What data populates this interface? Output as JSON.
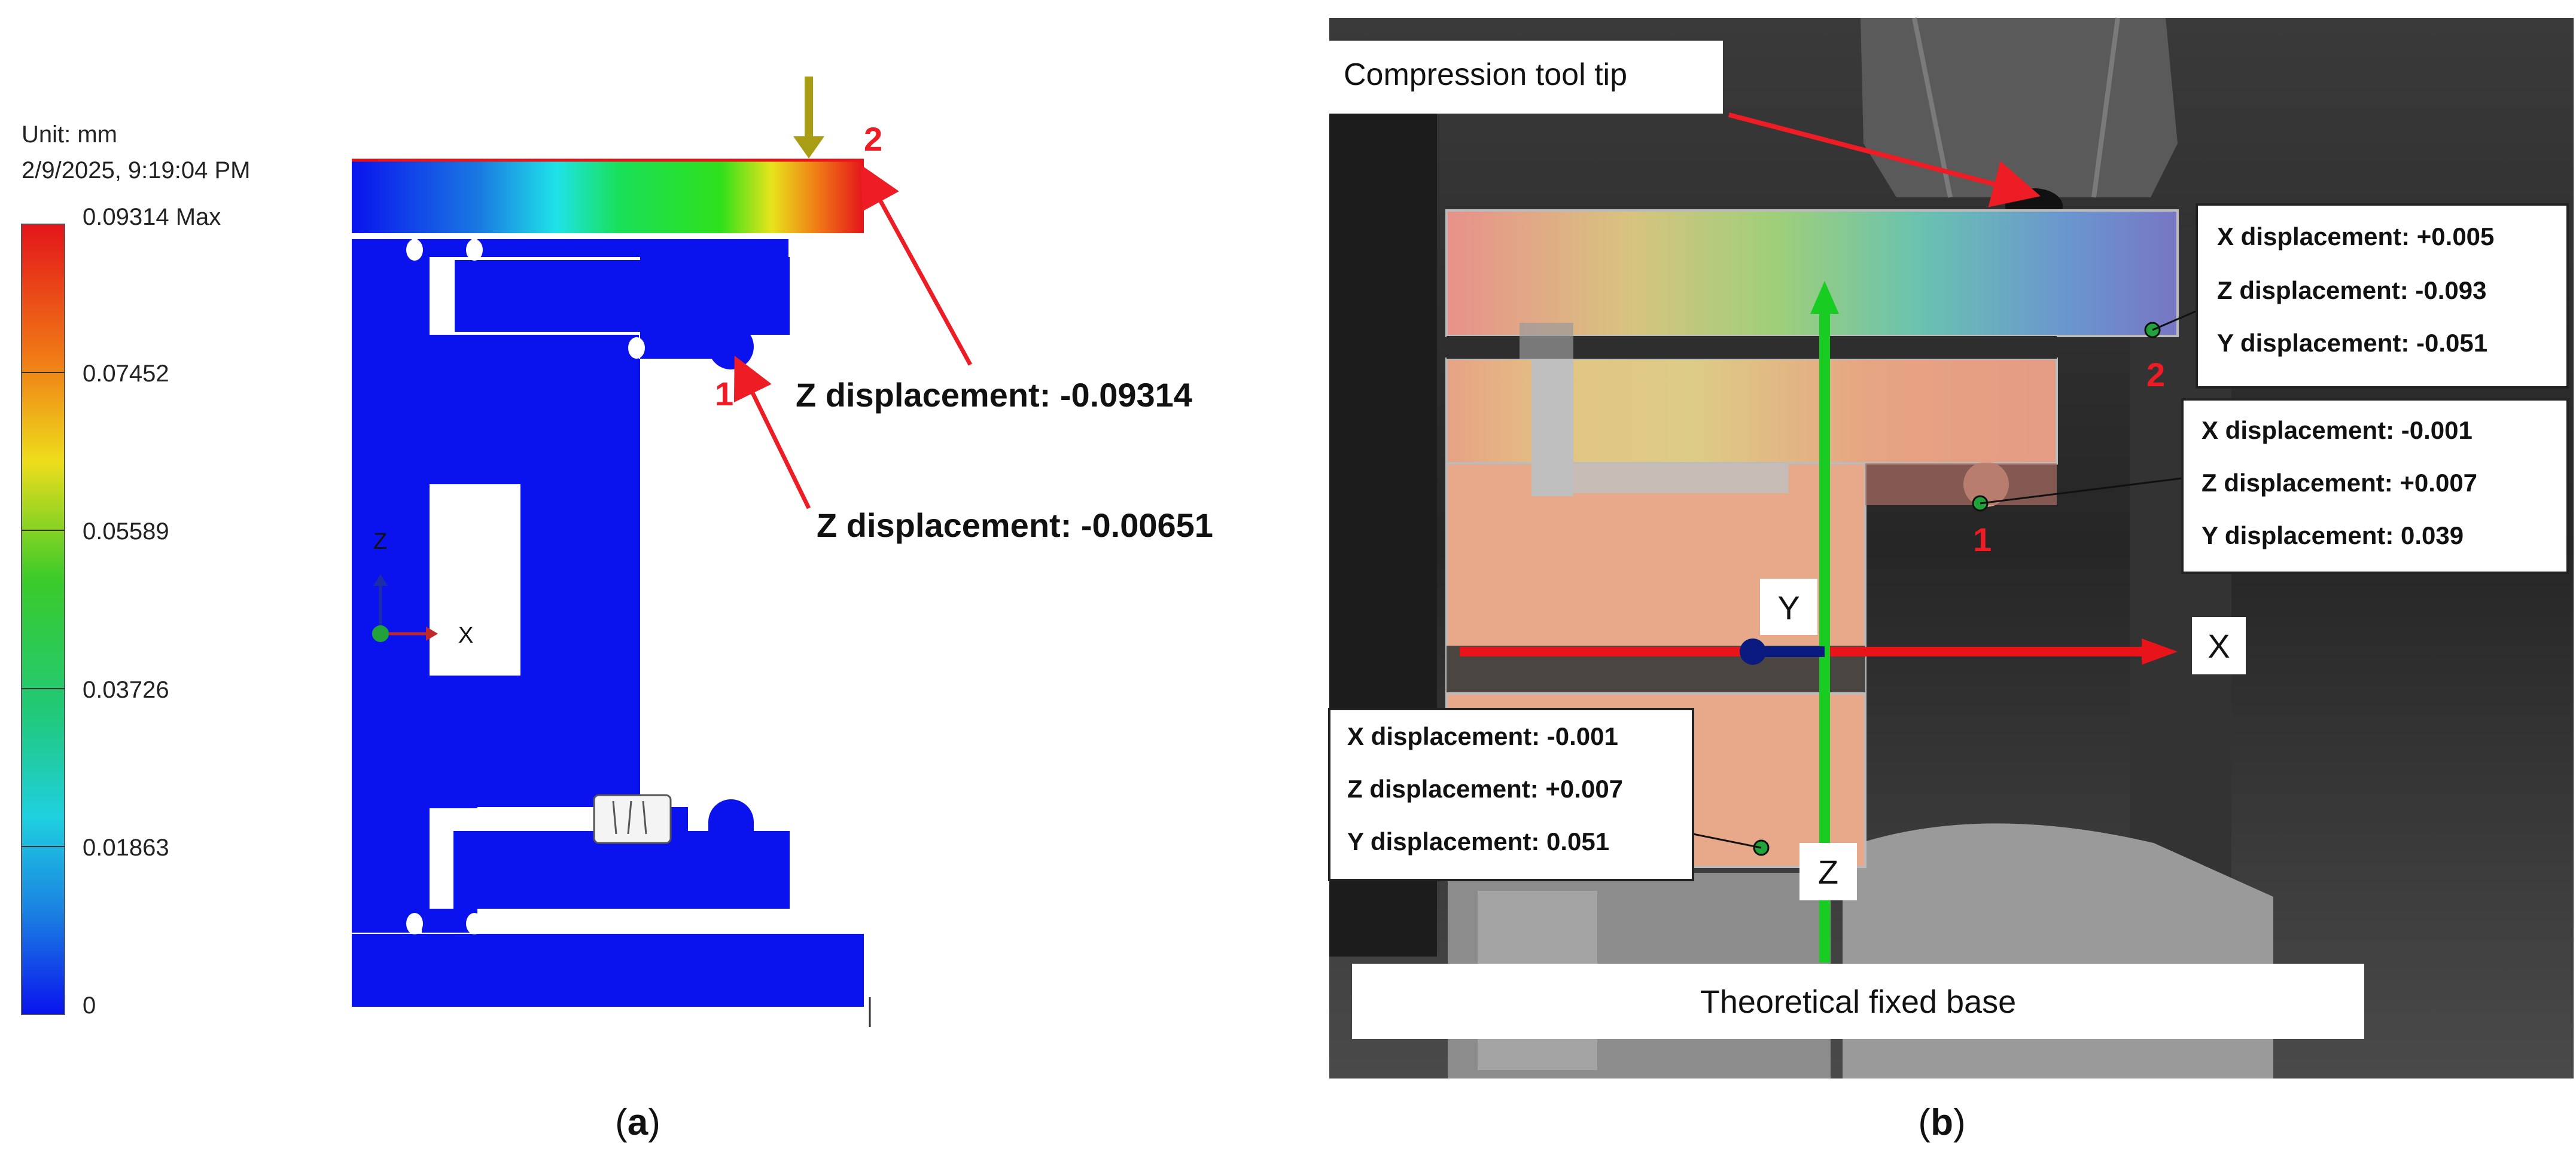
{
  "panel_a": {
    "unit_label": "Unit: mm",
    "timestamp": "2/9/2025, 9:19:04 PM",
    "legend_ticks": [
      "0.09314 Max",
      "0.07452",
      "0.05589",
      "0.03726",
      "0.01863",
      "0"
    ],
    "legend_colors": [
      "#e4141a",
      "#f07a16",
      "#eedd1c",
      "#3acb2a",
      "#1fd0e0",
      "#1a7ae2",
      "#0a13ee"
    ],
    "axis_z": "Z",
    "axis_x": "X",
    "point_1": "1",
    "point_2": "2",
    "annotation_top": "Z displacement: -0.09314",
    "annotation_bottom": "Z displacement: -0.00651",
    "caption_letter": "a"
  },
  "panel_b": {
    "tool_tip_label": "Compression tool tip",
    "box_2": [
      "X displacement: +0.005",
      "Z displacement: -0.093",
      "Y displacement: -0.051"
    ],
    "box_1": [
      "X displacement: -0.001",
      "Z displacement: +0.007",
      "Y displacement: 0.039"
    ],
    "box_base": [
      "X displacement: -0.001",
      "Z displacement: +0.007",
      "Y displacement: 0.051"
    ],
    "axis_x": "X",
    "axis_y": "Y",
    "axis_z": "Z",
    "point_1": "1",
    "point_2": "2",
    "fixed_base_label": "Theoretical fixed base",
    "caption_letter": "b"
  }
}
